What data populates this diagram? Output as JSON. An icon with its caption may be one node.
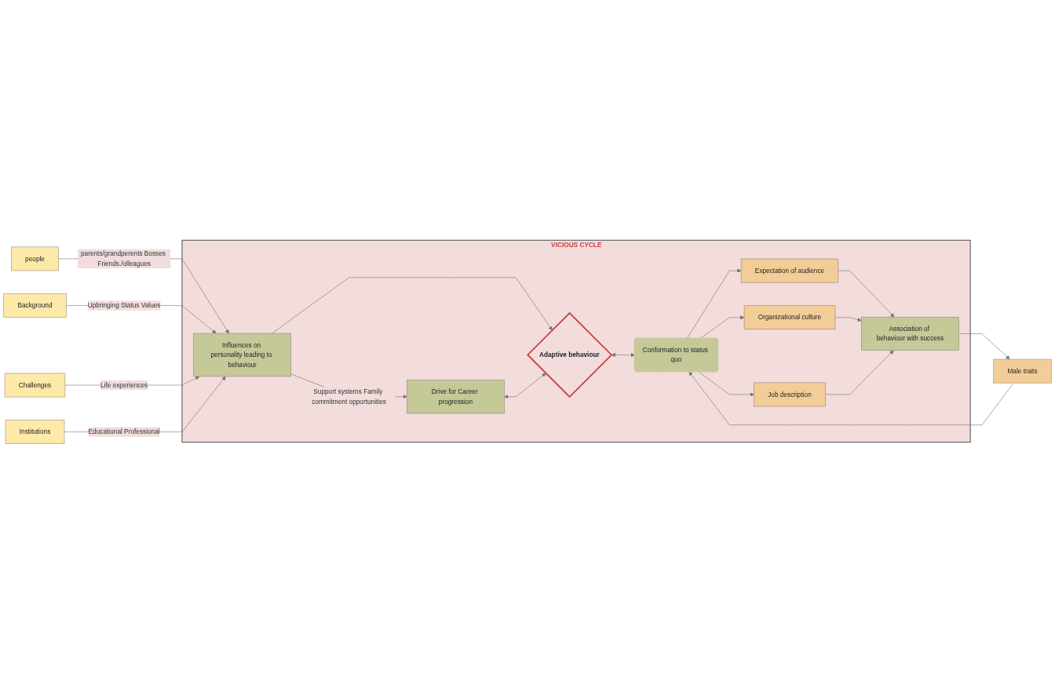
{
  "diagram": {
    "nodes": [
      {
        "text": [
          "VICIOUS CYCLE"
        ]
      },
      {
        "text": [
          "people"
        ]
      },
      {
        "text": [
          "Background"
        ]
      },
      {
        "text": [
          "Challenges"
        ]
      },
      {
        "text": [
          "Institutions"
        ]
      },
      {
        "text": [
          "Drive for Career progression"
        ],
        "in": 0
      },
      {
        "text": [
          "Influences on personality leading to behaviour"
        ],
        "in": 0
      },
      {
        "text": [
          "Adaptive behaviour"
        ],
        "in": 0
      },
      {
        "text": [
          "Conformation to status quo"
        ],
        "in": 0
      },
      {
        "text": [
          "Expectation of audience"
        ],
        "in": 0
      },
      {
        "text": [
          "Organizational culture"
        ],
        "in": 0
      },
      {
        "text": [
          "Job description"
        ],
        "in": 0
      },
      {
        "text": [
          "Association of behaviour with success"
        ],
        "in": 0
      },
      {
        "text": [
          "Male traits"
        ]
      }
    ],
    "edges": [
      {
        "from": 1,
        "to": 6,
        "arrow": "to",
        "label": "parents/grandperents Bosses Friends./olleagues"
      },
      {
        "from": 2,
        "to": 6,
        "arrow": "to",
        "label": "Upbringing Status Values"
      },
      {
        "from": 3,
        "to": 6,
        "arrow": "to",
        "label": "Life experiences"
      },
      {
        "from": 4,
        "to": 6,
        "arrow": "to",
        "label": "Educational Professional"
      },
      {
        "from": 6,
        "to": 5,
        "arrow": "to",
        "label": "Support systems Family commitment opportunities"
      },
      {
        "from": 6,
        "to": 7,
        "arrow": "to"
      },
      {
        "from": 5,
        "to": 7,
        "arrow": "both"
      },
      {
        "from": 7,
        "to": 8,
        "arrow": "both"
      },
      {
        "from": 8,
        "to": 9,
        "arrow": "to"
      },
      {
        "from": 8,
        "to": 10,
        "arrow": "to"
      },
      {
        "from": 8,
        "to": 11,
        "arrow": "to"
      },
      {
        "from": 9,
        "to": 12,
        "arrow": "to"
      },
      {
        "from": 10,
        "to": 12,
        "arrow": "to"
      },
      {
        "from": 11,
        "to": 12,
        "arrow": "to"
      },
      {
        "from": 12,
        "to": 13,
        "arrow": "to"
      },
      {
        "from": 13,
        "to": 8,
        "arrow": "to"
      }
    ]
  }
}
